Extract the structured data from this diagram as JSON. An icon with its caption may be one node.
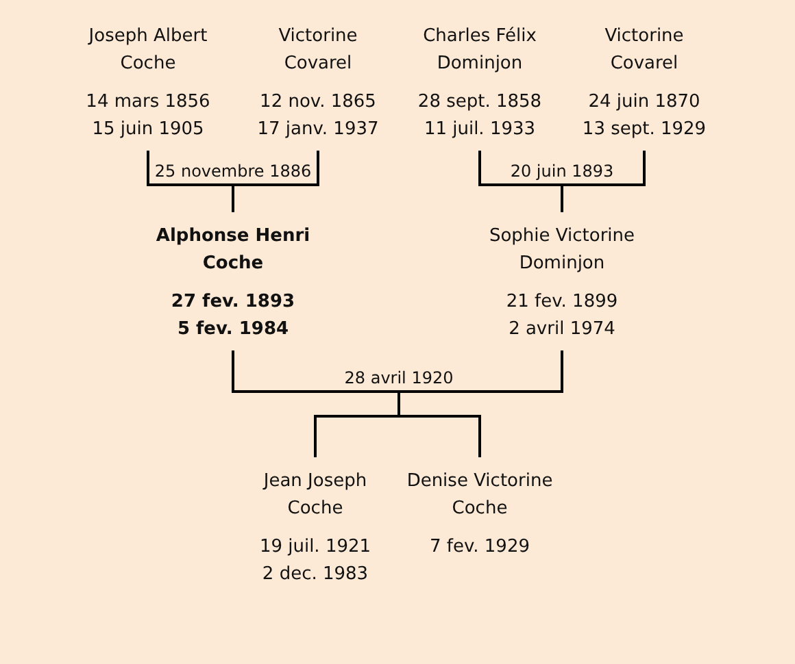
{
  "diagram": {
    "nodes": [
      {
        "text": [
          "Joseph Albert Coche",
          "14 mars 1856",
          "15 juin 1905"
        ]
      },
      {
        "text": [
          "Victorine Covarel",
          "12 nov. 1865",
          "17 janv. 1937"
        ]
      },
      {
        "text": [
          "Charles Félix Dominjon",
          "28 sept. 1858",
          "11 juil. 1933"
        ]
      },
      {
        "text": [
          "Victorine Covarel",
          "24 juin 1870",
          "13 sept. 1929"
        ]
      },
      {
        "text": [
          "Alphonse Henri Coche",
          "27 fev. 1893",
          "5 fev. 1984"
        ]
      },
      {
        "text": [
          "Sophie Victorine Dominjon",
          "21 fev. 1899",
          "2 avril 1974"
        ]
      },
      {
        "text": [
          "Jean Joseph Coche",
          "19 juil. 1921",
          "2 dec. 1983"
        ]
      },
      {
        "text": [
          "Denise Victorine Coche",
          "7 fev. 1929"
        ]
      }
    ],
    "edges": [
      {
        "from": 0,
        "to": 4,
        "arrow": "none",
        "label": "25 novembre 1886"
      },
      {
        "from": 1,
        "to": 4,
        "arrow": "none"
      },
      {
        "from": 2,
        "to": 5,
        "arrow": "none",
        "label": "20 juin 1893"
      },
      {
        "from": 3,
        "to": 5,
        "arrow": "none"
      },
      {
        "from": 4,
        "to": 6,
        "arrow": "none",
        "label": "28 avril 1920"
      },
      {
        "from": 4,
        "to": 7,
        "arrow": "none"
      },
      {
        "from": 5,
        "to": 6,
        "arrow": "none"
      },
      {
        "from": 5,
        "to": 7,
        "arrow": "none"
      }
    ]
  }
}
